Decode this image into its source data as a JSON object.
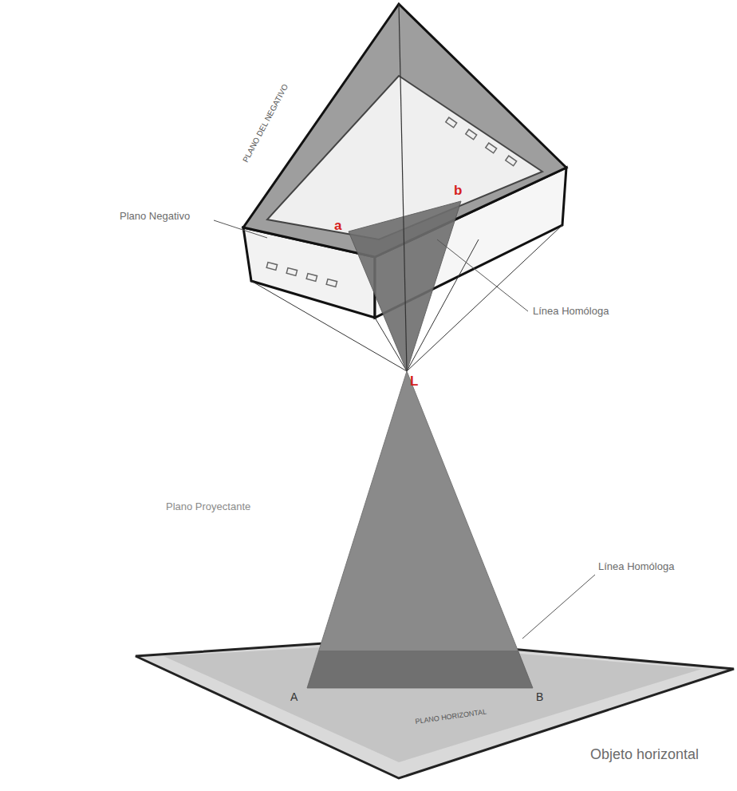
{
  "diagram": {
    "labels": [
      "Plano Negativo",
      "a",
      "b",
      "Línea Homóloga",
      "L",
      "Plano Proyectante",
      "Línea Homóloga",
      "A",
      "B",
      "PLANO DEL NEGATIVO",
      "PLANO HORIZONTAL",
      "Objeto horizontal"
    ]
  }
}
